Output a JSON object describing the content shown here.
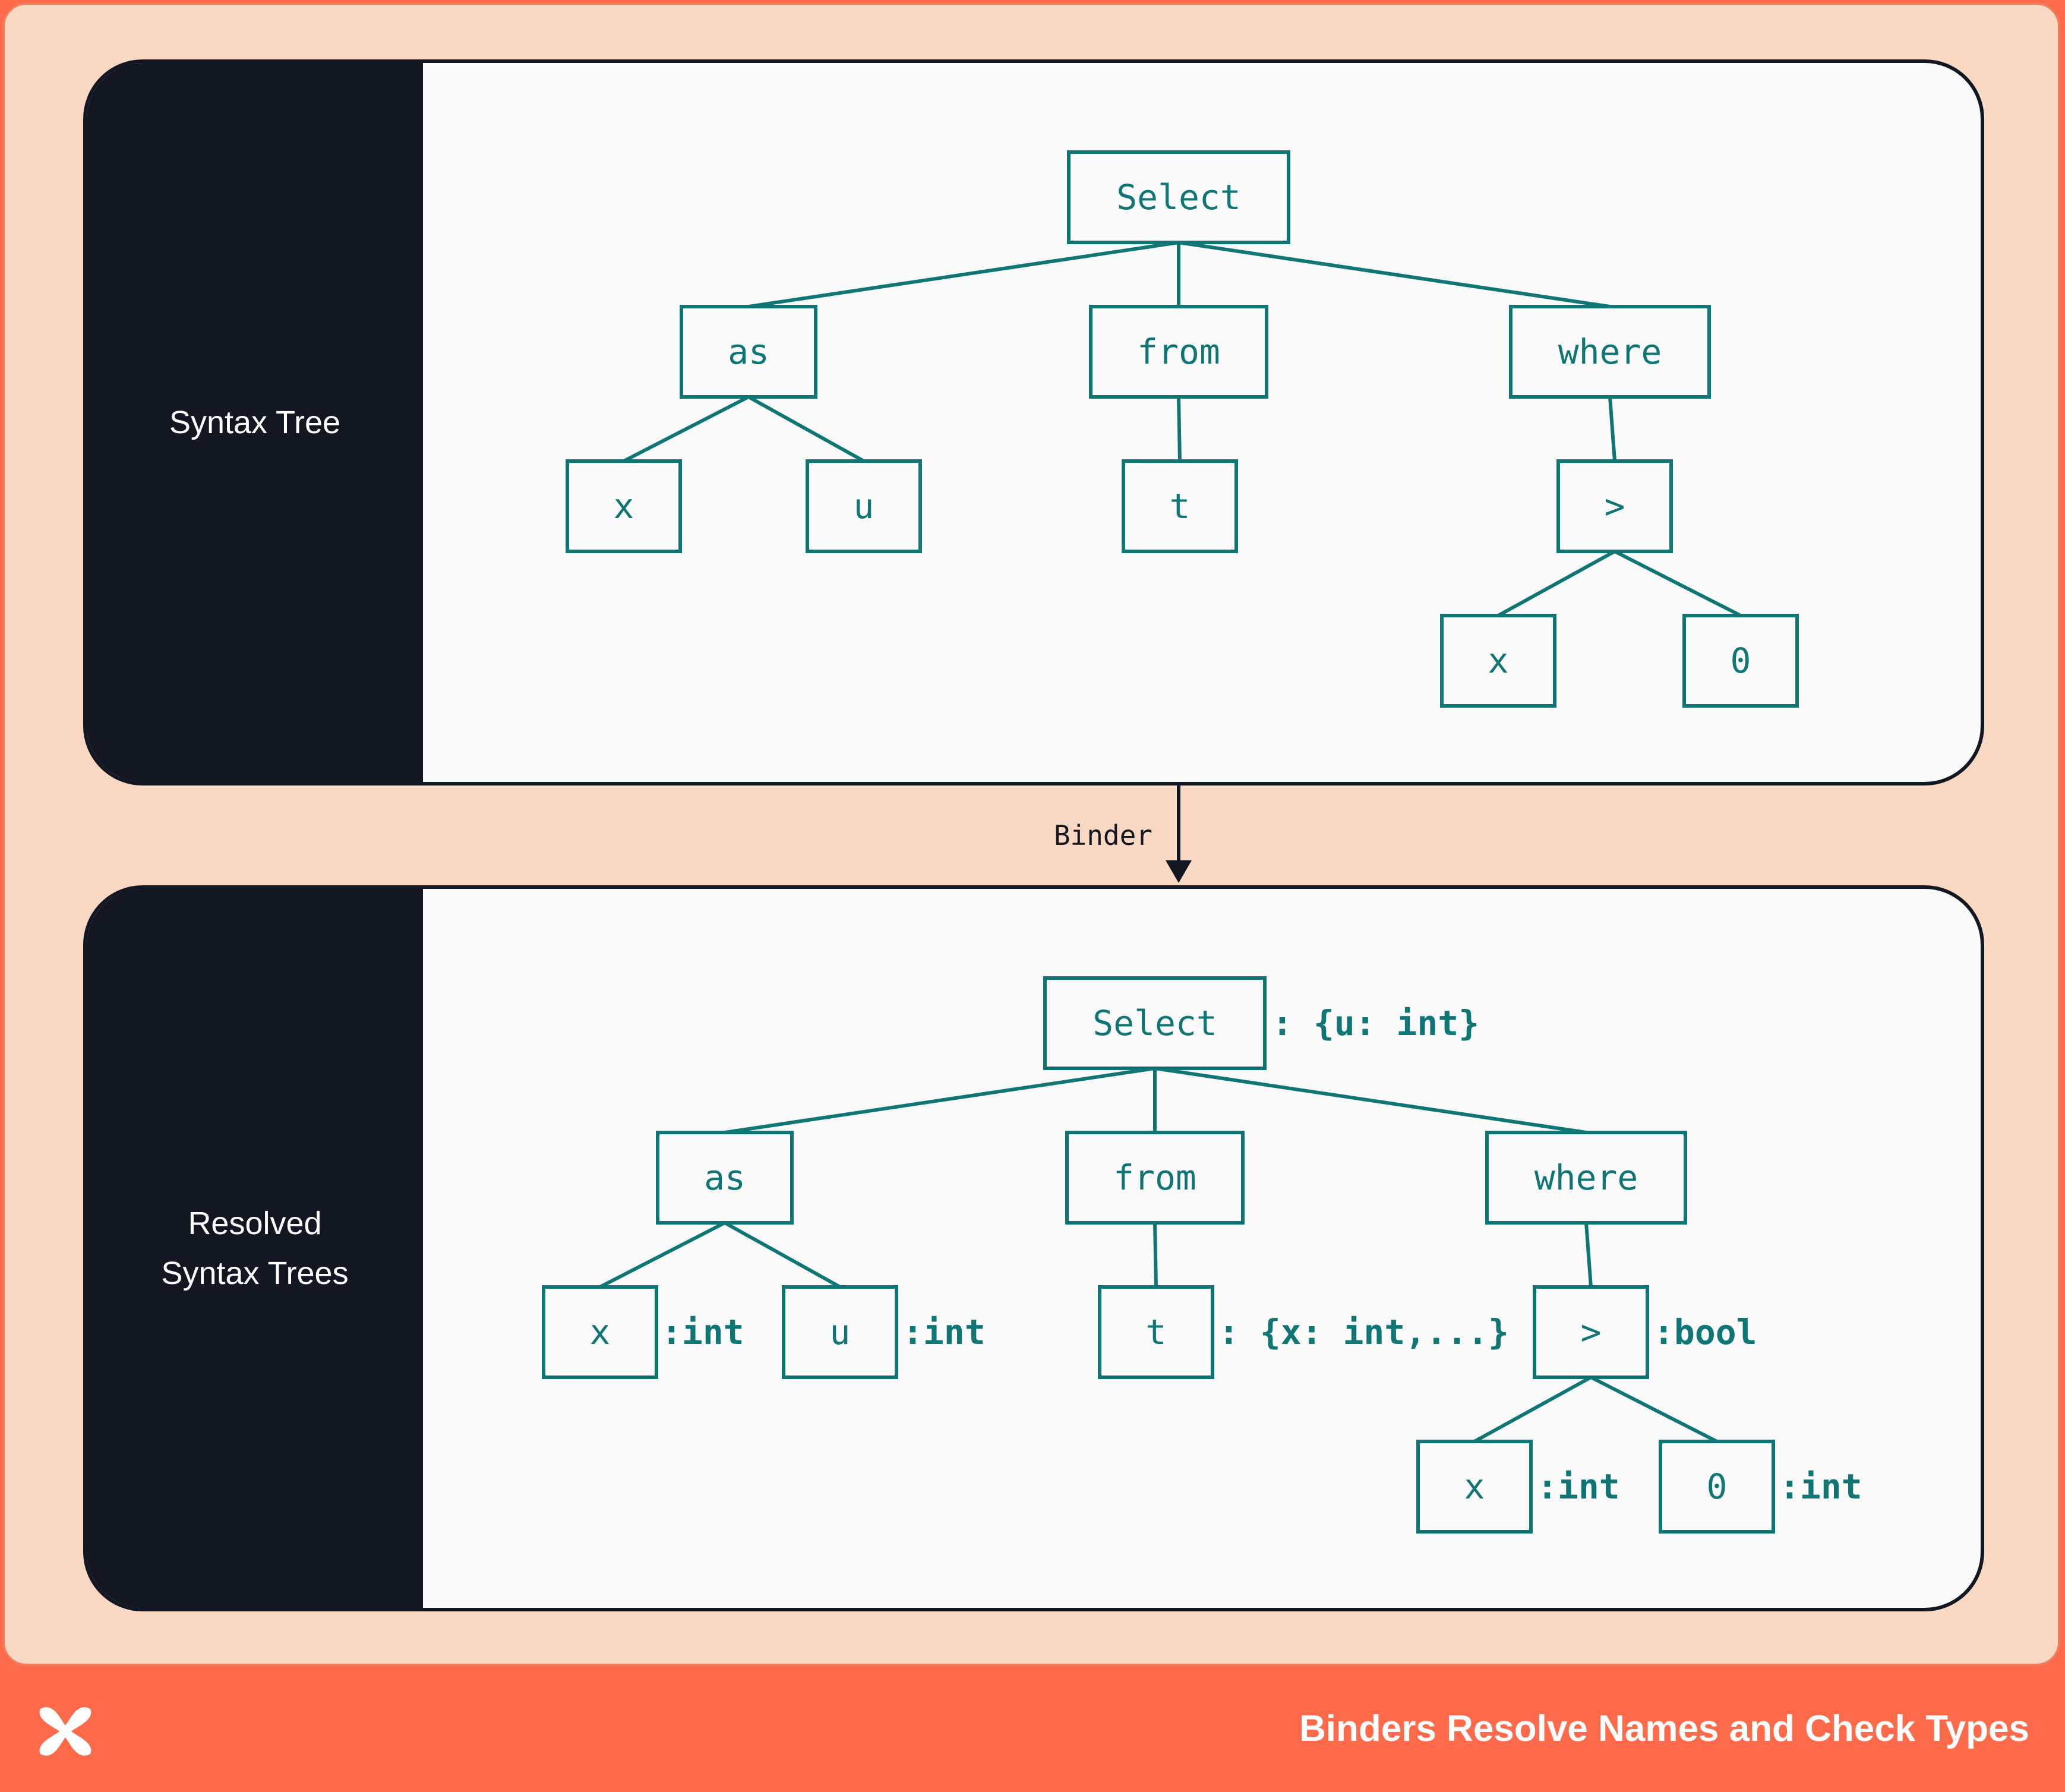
{
  "top_panel": {
    "label_lines": [
      "Syntax Tree"
    ]
  },
  "bottom_panel": {
    "label_lines": [
      "Resolved",
      "Syntax Trees"
    ]
  },
  "arrow": {
    "label": "Binder"
  },
  "top_tree": {
    "nodes": [
      {
        "id": "select",
        "label": "Select"
      },
      {
        "id": "as",
        "label": "as"
      },
      {
        "id": "from",
        "label": "from"
      },
      {
        "id": "where",
        "label": "where"
      },
      {
        "id": "x1",
        "label": "x"
      },
      {
        "id": "u",
        "label": "u"
      },
      {
        "id": "t",
        "label": "t"
      },
      {
        "id": "gt",
        "label": ">"
      },
      {
        "id": "x2",
        "label": "x"
      },
      {
        "id": "zero",
        "label": "0"
      }
    ]
  },
  "bottom_tree": {
    "nodes": [
      {
        "id": "select",
        "label": "Select",
        "type": ": {u: int}",
        "type_color": "black"
      },
      {
        "id": "as",
        "label": "as"
      },
      {
        "id": "from",
        "label": "from"
      },
      {
        "id": "where",
        "label": "where"
      },
      {
        "id": "x1",
        "label": "x",
        "type": ":int",
        "type_color": "red"
      },
      {
        "id": "u",
        "label": "u",
        "type": ":int",
        "type_color": "black"
      },
      {
        "id": "t",
        "label": "t",
        "type": ": {x: int,...}",
        "type_color": "red"
      },
      {
        "id": "gt",
        "label": ">",
        "type": ":bool",
        "type_color": "red"
      },
      {
        "id": "x2",
        "label": "x",
        "type": ":int",
        "type_color": "red"
      },
      {
        "id": "zero",
        "label": "0",
        "type": ":int",
        "type_color": "red"
      }
    ]
  },
  "colors": {
    "node_stroke": "#0f7675",
    "type_red": "#c0321e",
    "type_black": "#131722",
    "sidebar": "#131722",
    "frame": "#f9d9c4",
    "footer": "#ff6b4a"
  },
  "footer": {
    "title": "Binders Resolve Names and Check Types",
    "logo_icon": "x-logo-icon"
  }
}
